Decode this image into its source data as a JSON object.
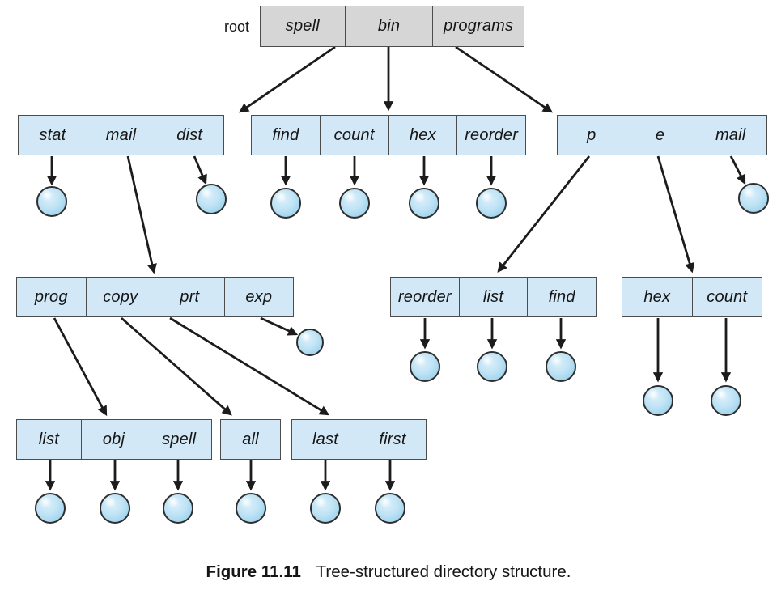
{
  "figure": {
    "root_label": "root",
    "caption_number": "Figure 11.11",
    "caption_text": "Tree-structured directory structure."
  },
  "tree": {
    "root": {
      "entries": [
        "spell",
        "bin",
        "programs"
      ]
    },
    "spell_dir": {
      "entries": [
        "stat",
        "mail",
        "dist"
      ]
    },
    "bin_dir": {
      "entries": [
        "find",
        "count",
        "hex",
        "reorder"
      ]
    },
    "programs_dir": {
      "entries": [
        "p",
        "e",
        "mail"
      ]
    },
    "mail_dir": {
      "entries": [
        "prog",
        "copy",
        "prt",
        "exp"
      ]
    },
    "p_dir": {
      "entries": [
        "reorder",
        "list",
        "find"
      ]
    },
    "e_dir": {
      "entries": [
        "hex",
        "count"
      ]
    },
    "prog_dir": {
      "entries": [
        "list",
        "obj",
        "spell"
      ]
    },
    "copy_dir": {
      "entries": [
        "all"
      ]
    },
    "prt_dir": {
      "entries": [
        "last",
        "first"
      ]
    }
  },
  "colors": {
    "root_box_fill": "#d6d6d7",
    "dir_box_fill": "#d2e8f6",
    "box_border": "#4c4c4c",
    "file_fill": "#a3d5ee",
    "arrow": "#1c1c1c"
  }
}
